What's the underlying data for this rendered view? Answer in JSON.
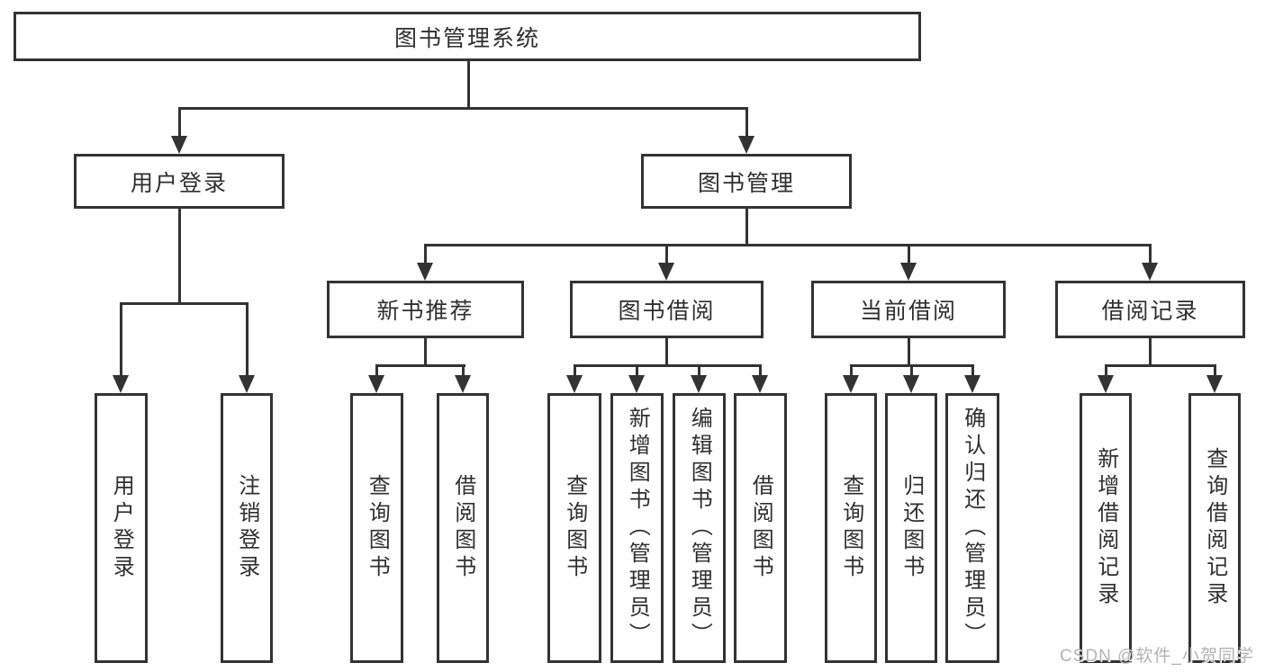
{
  "diagram": {
    "title_node": {
      "label": "图书管理系统"
    },
    "user_login": {
      "label": "用户登录",
      "children": [
        "用户登录",
        "注销登录"
      ]
    },
    "book_management": {
      "label": "图书管理",
      "sections": [
        {
          "label": "新书推荐",
          "children": [
            "查询图书",
            "借阅图书"
          ]
        },
        {
          "label": "图书借阅",
          "children": [
            "查询图书",
            "新增图书（管理员）",
            "编辑图书（管理员）",
            "借阅图书"
          ]
        },
        {
          "label": "当前借阅",
          "children": [
            "查询图书",
            "归还图书",
            "确认归还（管理员）"
          ]
        },
        {
          "label": "借阅记录",
          "children": [
            "新增借阅记录",
            "查询借阅记录"
          ]
        }
      ]
    }
  },
  "watermark": {
    "text": "CSDN @软件_小贺同学"
  },
  "colors": {
    "line": "#333333",
    "text": "#2f2f2f",
    "watermark": "#b3b3b3",
    "bg": "#ffffff"
  }
}
